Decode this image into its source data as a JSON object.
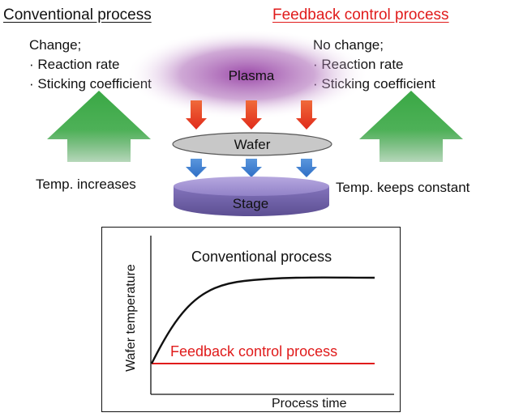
{
  "left": {
    "heading": "Conventional process",
    "change_label": "Change;",
    "items": [
      "· Reaction rate",
      "· Sticking coefficient"
    ],
    "temp_label": "Temp. increases"
  },
  "right": {
    "heading": "Feedback control process",
    "change_label": "No change;",
    "items": [
      "· Reaction rate",
      "· Sticking coefficient"
    ],
    "temp_label": "Temp. keeps constant"
  },
  "center": {
    "plasma_label": "Plasma",
    "wafer_label": "Wafer",
    "stage_label": "Stage"
  },
  "graph": {
    "ylabel": "Wafer temperature",
    "xlabel": "Process time",
    "curve_conventional_label": "Conventional process",
    "curve_feedback_label": "Feedback control process"
  },
  "colors": {
    "feedback": "#e01b1b",
    "up_arrow": "#3aa845",
    "down_arrow_red": "#e02a1a",
    "down_arrow_blue": "#2f6fc6",
    "plasma": "#8a2a9a",
    "stage": "#8b79c2",
    "wafer": "#c8c8c8"
  }
}
